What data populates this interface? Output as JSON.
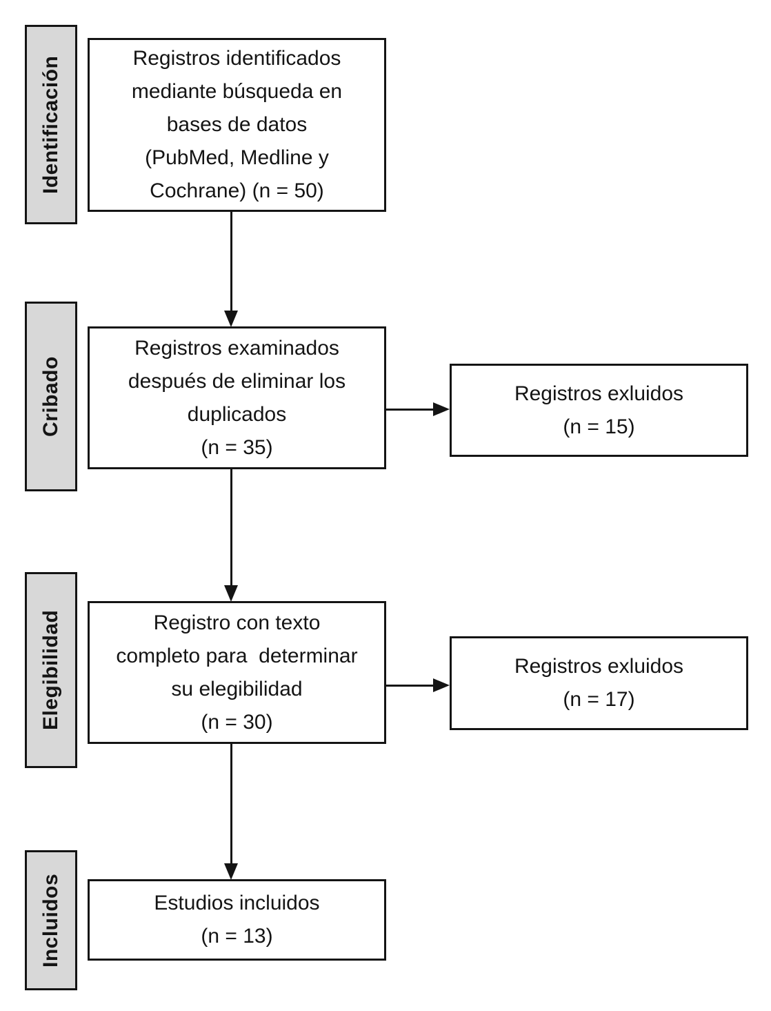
{
  "stages": [
    {
      "label": "Identificación"
    },
    {
      "label": "Cribado"
    },
    {
      "label": "Elegibilidad"
    },
    {
      "label": "Incluidos"
    }
  ],
  "boxes": {
    "identified": {
      "text": "Registros identificados\nmediante búsqueda en\nbases de datos\n(PubMed, Medline y\nCochrane) (n = 50)",
      "n": 50
    },
    "screened": {
      "text": "Registros examinados\ndespués de eliminar los\nduplicados\n(n = 35)",
      "n": 35
    },
    "excluded_screening": {
      "text": "Registros exluidos\n(n = 15)",
      "n": 15
    },
    "fulltext": {
      "text": "Registro con texto\ncompleto para  determinar\nsu elegibilidad\n(n = 30)",
      "n": 30
    },
    "excluded_eligibility": {
      "text": "Registros exluidos\n(n = 17)",
      "n": 17
    },
    "included": {
      "text": "Estudios incluidos\n(n = 13)",
      "n": 13
    }
  },
  "colors": {
    "stage_fill": "#d8d8d8",
    "box_fill": "#ffffff",
    "line": "#141414",
    "text": "#141414"
  }
}
